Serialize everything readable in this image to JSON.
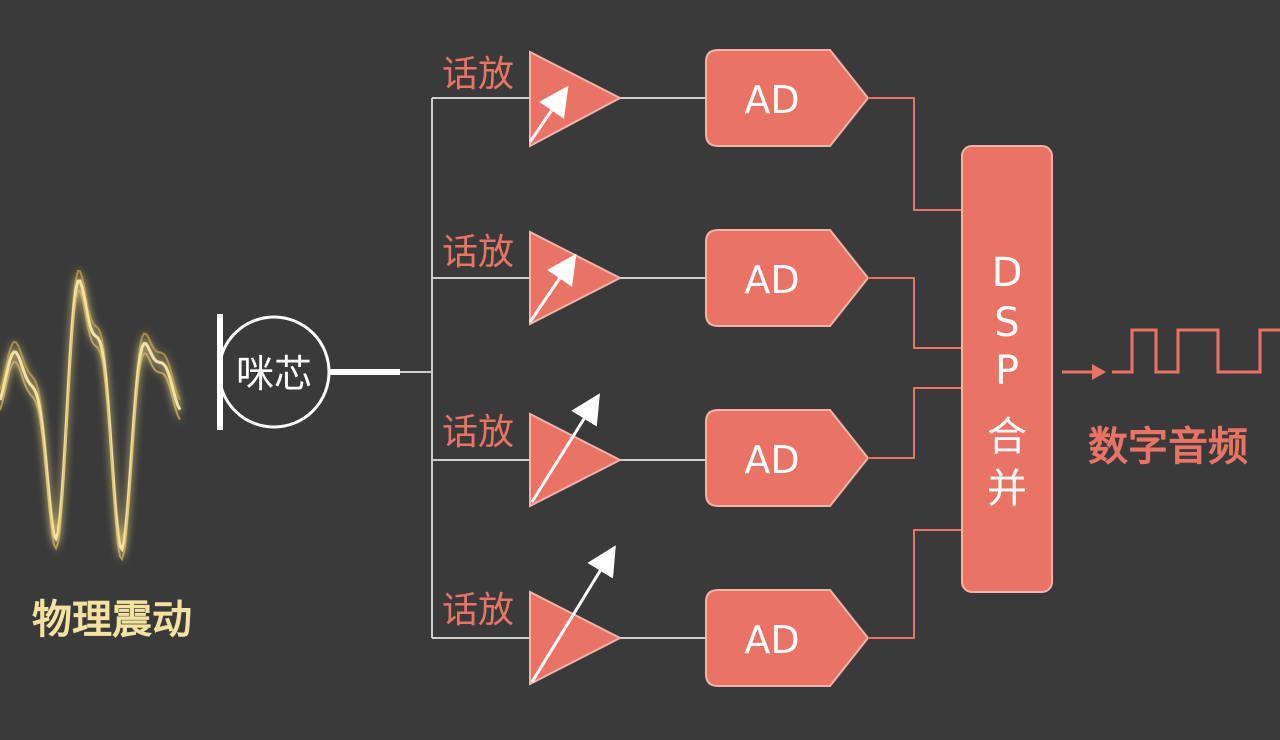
{
  "colors": {
    "background": "#3a3a3b",
    "accent": "#e97466",
    "block_stroke": "#f2b3aa",
    "wire": "#cfcfcf",
    "wave": "#f3e2a0",
    "wave_glow": "#c9a74a",
    "white": "#ffffff"
  },
  "source": {
    "label": "物理震动"
  },
  "mic": {
    "label": "咪芯"
  },
  "amplifiers": [
    {
      "label": "话放",
      "gain_arrow": "arrow-icon"
    },
    {
      "label": "话放",
      "gain_arrow": "arrow-icon"
    },
    {
      "label": "话放",
      "gain_arrow": "arrow-icon"
    },
    {
      "label": "话放",
      "gain_arrow": "arrow-icon"
    }
  ],
  "converters": [
    {
      "label": "AD"
    },
    {
      "label": "AD"
    },
    {
      "label": "AD"
    },
    {
      "label": "AD"
    }
  ],
  "dsp": {
    "line1": "D",
    "line2": "S",
    "line3": "P",
    "line4": "合",
    "line5": "并"
  },
  "output": {
    "label": "数字音频"
  }
}
